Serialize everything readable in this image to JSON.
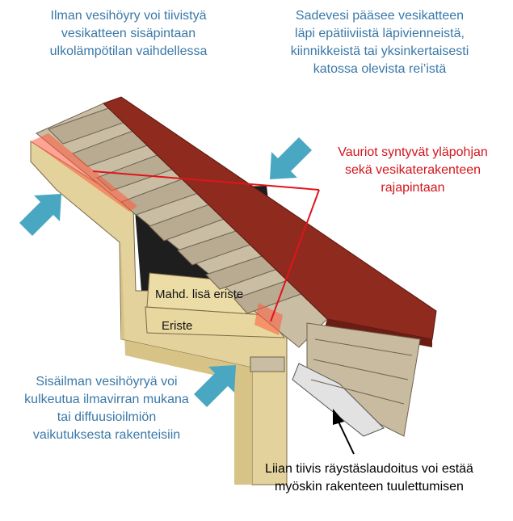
{
  "captions": {
    "top_left": [
      "Ilman vesihöyry voi tiivistyä",
      "vesikatteen sisäpintaan",
      "ulkolämpötilan vaihdellessa"
    ],
    "top_right": [
      "Sadevesi pääsee vesikatteen",
      "läpi epätiiviistä läpivienneistä,",
      "kiinnikkeistä tai yksinkertaisesti",
      "katossa olevista rei’istä"
    ],
    "middle_right": [
      "Vauriot syntyvät yläpohjan",
      "sekä vesikaterakenteen",
      "rajapintaan"
    ],
    "bottom_left": [
      "Sisäilman vesihöyryä voi",
      "kulkeutua ilmavirran mukana",
      "tai diffuusioilmiön",
      "vaikutuksesta rakenteisiin"
    ],
    "bottom_right": [
      "Liian tiivis räystäslaudoitus voi estää",
      "myöskin rakenteen tuulettumisen"
    ]
  },
  "labels": {
    "extra_insulation": "Mahd. lisä eriste",
    "insulation": "Eriste"
  },
  "colors": {
    "caption_blue": "#3a78a8",
    "caption_red": "#d4141c",
    "arrow_blue": "#4aa7c2",
    "roof_red": "#8e2a1e",
    "insulation": "#e3d29c",
    "battens": "#b9ab92",
    "damage_zone": "#ff5a3c"
  }
}
